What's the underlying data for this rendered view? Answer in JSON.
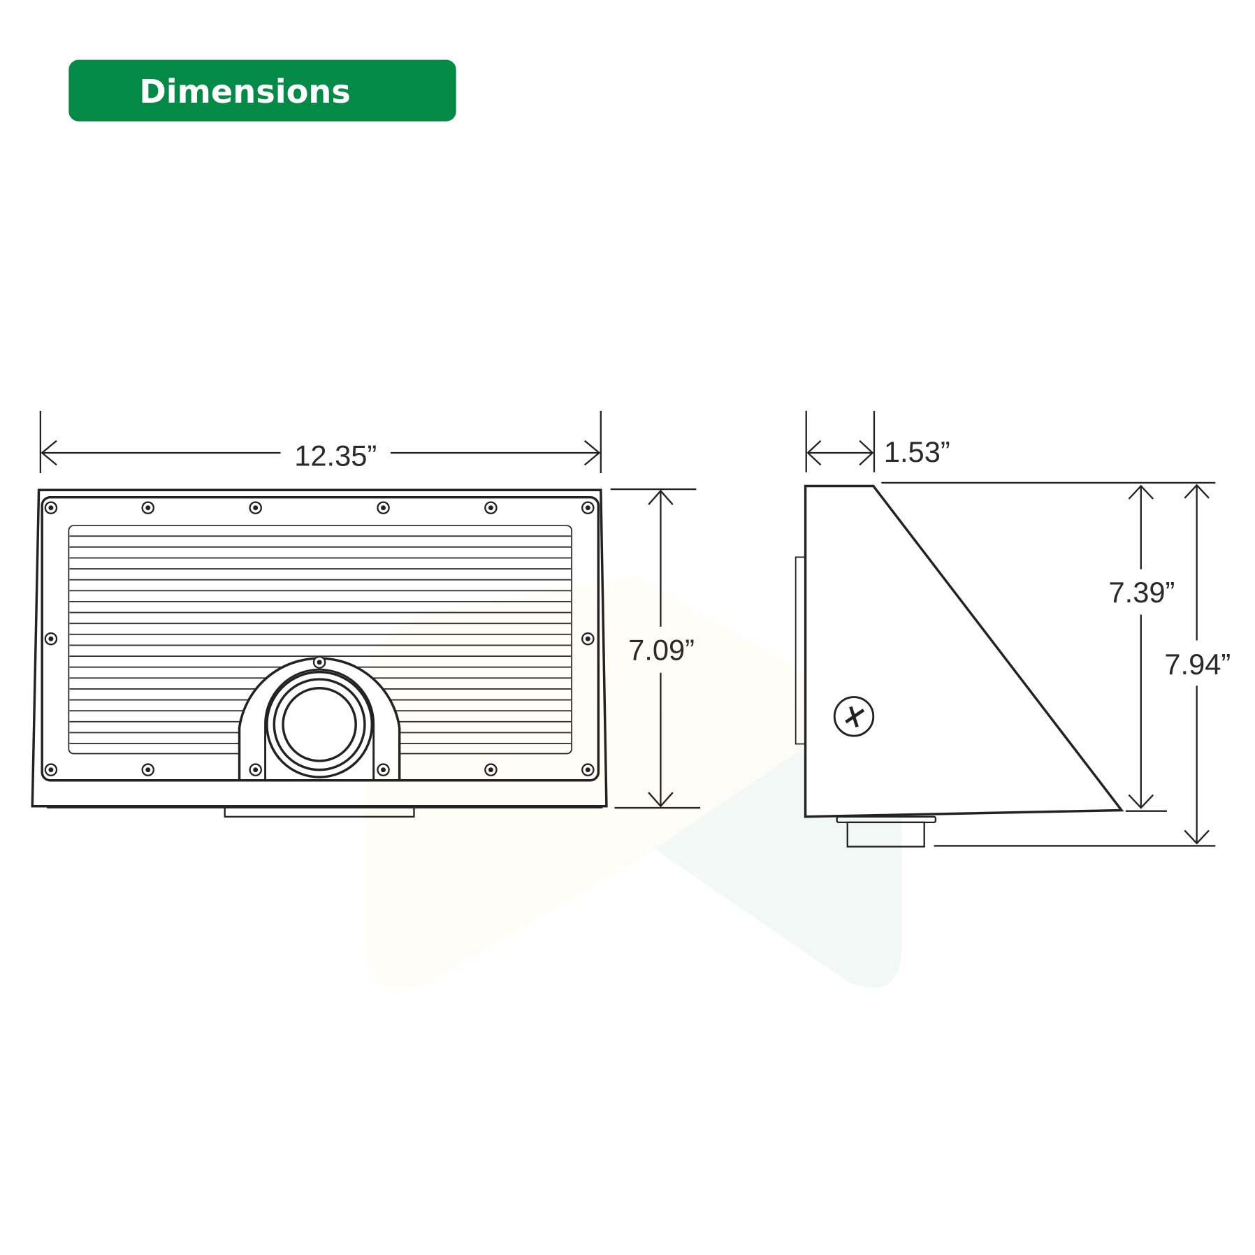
{
  "header": {
    "title": "Dimensions",
    "badge_color": "#028a46"
  },
  "front_view": {
    "width_label": "12.35”",
    "height_label": "7.09”"
  },
  "side_view": {
    "depth_label": "1.53”",
    "body_height_label": "7.39”",
    "overall_height_label": "7.94”"
  }
}
